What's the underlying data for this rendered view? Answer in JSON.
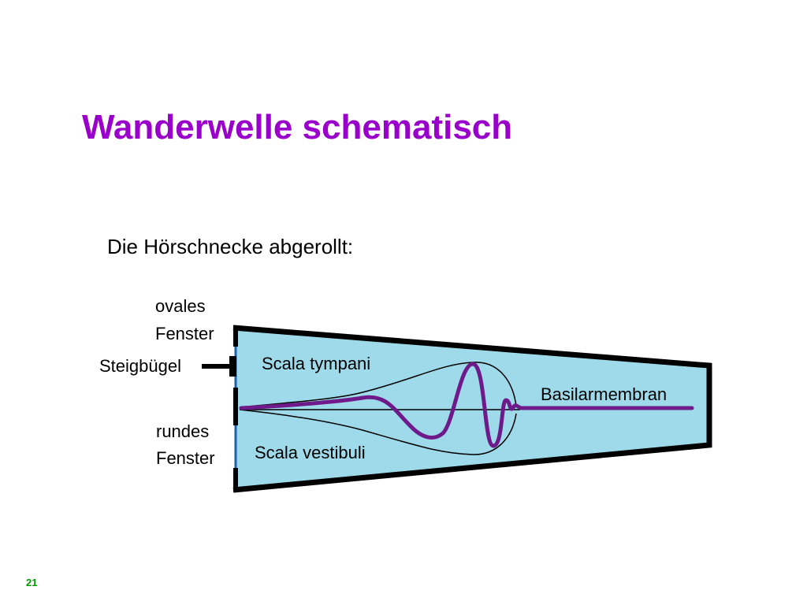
{
  "slide": {
    "title": "Wanderwelle schematisch",
    "subtitle": "Die Hörschnecke abgerollt:",
    "number": "21"
  },
  "diagram": {
    "labels": {
      "oval_window_line1": "ovales",
      "oval_window_line2": "Fenster",
      "stapes": "Steigbügel",
      "round_window_line1": "rundes",
      "round_window_line2": "Fenster",
      "scala_tympani": "Scala tympani",
      "scala_vestibuli": "Scala vestibuli",
      "basilar_membrane": "Basilarmembran"
    },
    "colors": {
      "fluid": "#9fdaea",
      "outline": "#000000",
      "wave": "#6e1a8a",
      "window_membrane": "#1f5fb0"
    }
  }
}
